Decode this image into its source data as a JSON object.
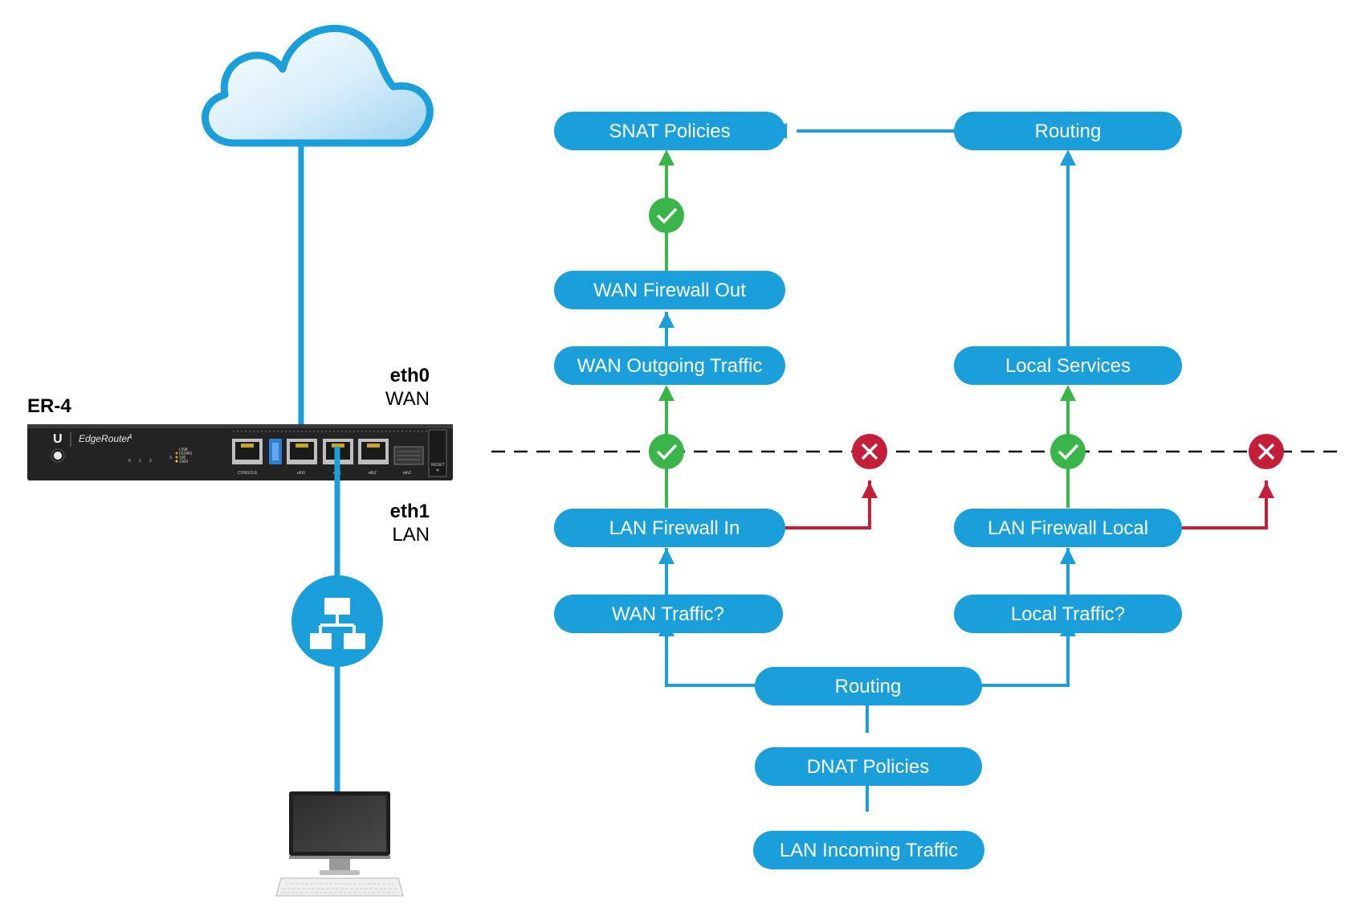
{
  "colors": {
    "blue": "#1b9fdb",
    "green": "#3ab54a",
    "red": "#c41e3a",
    "router": "#232323"
  },
  "device": {
    "model": "ER-4",
    "brand_label": "EdgeRouter",
    "brand_suffix": "4",
    "logo": "U",
    "port_labels": [
      "CONSOLE",
      "eth0",
      "eth1",
      "eth2",
      "eth3",
      "RESET"
    ],
    "led_labels": [
      "0",
      "1",
      "2",
      "3"
    ],
    "led_legend": [
      "LINK",
      "DOWN",
      "100",
      "1000"
    ]
  },
  "interfaces": {
    "eth0": {
      "name": "eth0",
      "role": "WAN"
    },
    "eth1": {
      "name": "eth1",
      "role": "LAN"
    }
  },
  "icons": [
    "cloud-icon",
    "network-switch-icon",
    "desktop-computer-icon",
    "check-icon",
    "block-icon"
  ],
  "flow": {
    "snat_policies": "SNAT Policies",
    "routing_top": "Routing",
    "wan_firewall_out": "WAN Firewall Out",
    "wan_outgoing_traffic": "WAN Outgoing Traffic",
    "local_services": "Local Services",
    "lan_firewall_in": "LAN Firewall In",
    "lan_firewall_local": "LAN Firewall Local",
    "wan_traffic": "WAN Traffic?",
    "local_traffic": "Local Traffic?",
    "routing_bottom": "Routing",
    "dnat_policies": "DNAT Policies",
    "lan_incoming_traffic": "LAN Incoming Traffic"
  }
}
